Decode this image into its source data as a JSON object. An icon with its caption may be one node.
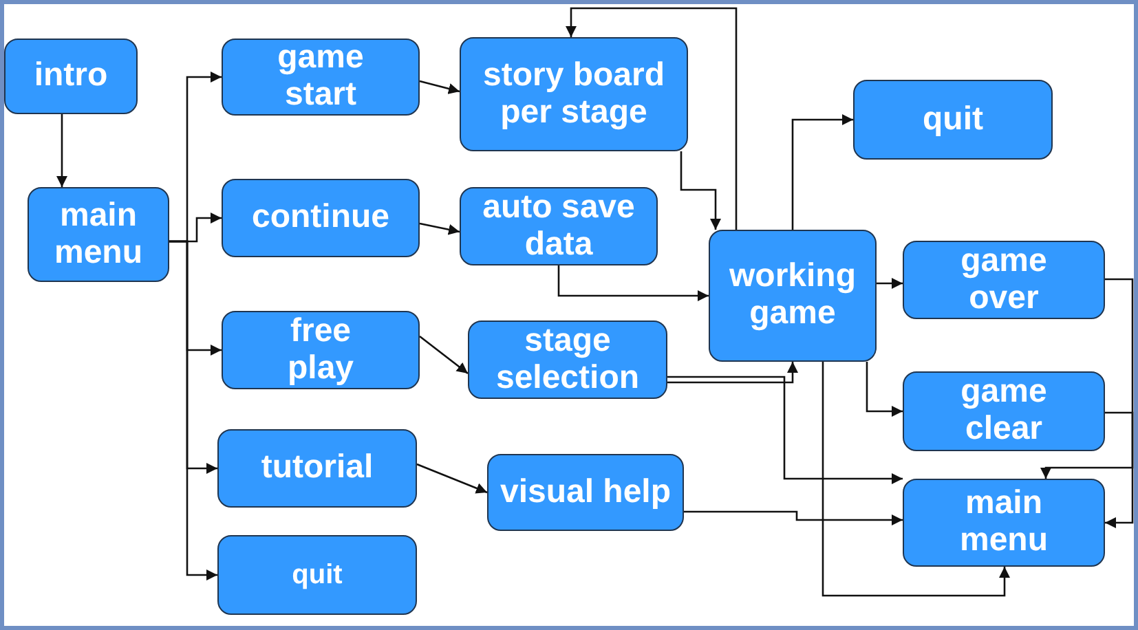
{
  "diagram": {
    "nodes": [
      {
        "text": [
          "intro"
        ]
      },
      {
        "text": [
          "main menu"
        ]
      },
      {
        "text": [
          "game start"
        ]
      },
      {
        "text": [
          "continue"
        ]
      },
      {
        "text": [
          "free play"
        ]
      },
      {
        "text": [
          "tutorial"
        ]
      },
      {
        "text": [
          "quit"
        ]
      },
      {
        "text": [
          "story board per stage"
        ]
      },
      {
        "text": [
          "auto save data"
        ]
      },
      {
        "text": [
          "stage selection"
        ]
      },
      {
        "text": [
          "visual help"
        ]
      },
      {
        "text": [
          "working game"
        ]
      },
      {
        "text": [
          "quit"
        ]
      },
      {
        "text": [
          "game over"
        ]
      },
      {
        "text": [
          "game clear"
        ]
      },
      {
        "text": [
          "main menu"
        ]
      }
    ],
    "edges": [
      {
        "from": 0,
        "to": 1,
        "arrow": "to"
      },
      {
        "from": 1,
        "to": 2,
        "arrow": "to"
      },
      {
        "from": 1,
        "to": 3,
        "arrow": "to"
      },
      {
        "from": 1,
        "to": 4,
        "arrow": "to"
      },
      {
        "from": 1,
        "to": 5,
        "arrow": "to"
      },
      {
        "from": 1,
        "to": 6,
        "arrow": "to"
      },
      {
        "from": 2,
        "to": 7,
        "arrow": "to"
      },
      {
        "from": 3,
        "to": 8,
        "arrow": "to"
      },
      {
        "from": 4,
        "to": 9,
        "arrow": "to"
      },
      {
        "from": 5,
        "to": 10,
        "arrow": "to"
      },
      {
        "from": 7,
        "to": 11,
        "arrow": "to"
      },
      {
        "from": 8,
        "to": 11,
        "arrow": "to"
      },
      {
        "from": 11,
        "to": 7,
        "arrow": "to"
      },
      {
        "from": 11,
        "to": 12,
        "arrow": "to"
      },
      {
        "from": 11,
        "to": 13,
        "arrow": "to"
      },
      {
        "from": 11,
        "to": 14,
        "arrow": "to"
      },
      {
        "from": 9,
        "to": 11,
        "arrow": "to"
      },
      {
        "from": 9,
        "to": 15,
        "arrow": "to"
      },
      {
        "from": 10,
        "to": 15,
        "arrow": "to"
      },
      {
        "from": 11,
        "to": 15,
        "arrow": "to"
      },
      {
        "from": 13,
        "to": 15,
        "arrow": "to"
      },
      {
        "from": 14,
        "to": 15,
        "arrow": "to"
      }
    ]
  }
}
